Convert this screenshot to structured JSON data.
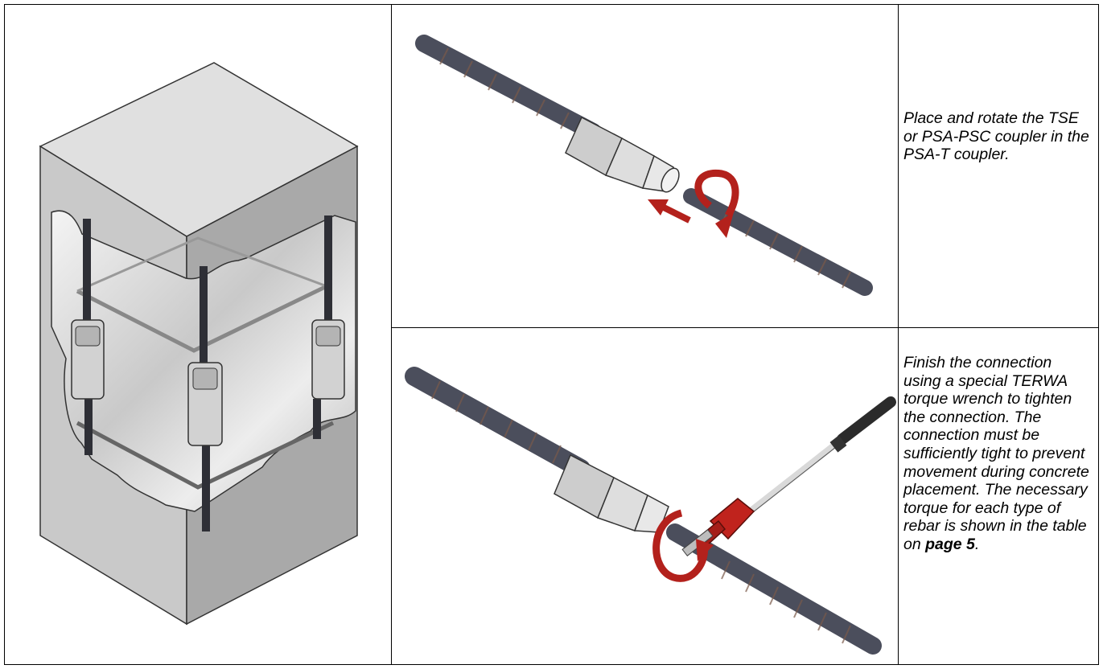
{
  "steps": [
    {
      "caption": "Place and rotate the TSE or PSA-PSC coupler in the PSA-T coupler."
    },
    {
      "caption_before": "Finish the connection using a special TERWA torque wrench to tighten the connection. The connection must be sufficiently tight to prevent movement during concrete placement. The necessary torque for each type of rebar is shown in the table on ",
      "caption_link": "page 5",
      "caption_after": "."
    }
  ],
  "colors": {
    "concrete_light": "#dcdcdc",
    "concrete_mid": "#c4c4c4",
    "concrete_dark": "#a8a8a8",
    "rebar": "#4b4e5c",
    "coupler": "#cfcfcf",
    "arrow_red": "#b3211c",
    "wrench_red": "#c0231d"
  },
  "icons": {
    "rotate": "rotate-arrow-icon",
    "push": "push-arrow-icon"
  }
}
